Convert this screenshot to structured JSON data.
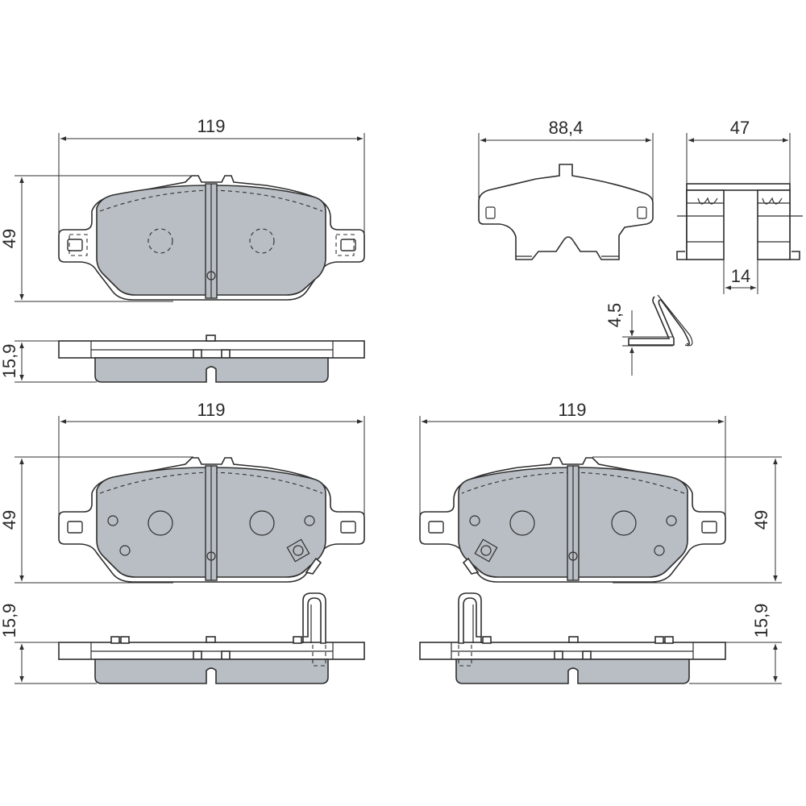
{
  "dimensions": {
    "pad_width_top": "119",
    "pad_height_top": "49",
    "pad_thickness_top": "15,9",
    "pad_width_left": "119",
    "pad_height_left": "49",
    "pad_thickness_left": "15,9",
    "pad_width_right": "119",
    "pad_height_right": "49",
    "pad_thickness_right": "15,9",
    "spring_width": "88,4",
    "clip_width": "47",
    "clip_gap": "14",
    "clip_thickness": "4,5"
  }
}
